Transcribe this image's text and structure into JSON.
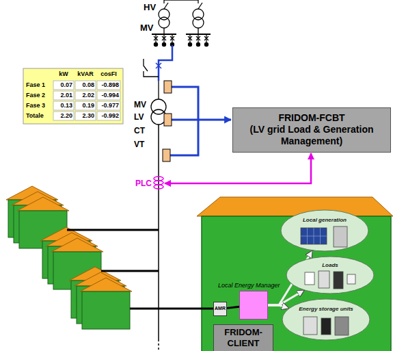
{
  "diagram": {
    "nodes": [
      {
        "text": [
          "FRIDOM-FCBT",
          "(LV grid Load & Generation Management)"
        ]
      },
      {
        "text": [
          "AMR"
        ]
      },
      {
        "text": [
          "Local Energy Manager"
        ]
      },
      {
        "text": [
          "Local generation"
        ]
      },
      {
        "text": [
          "Loads"
        ]
      },
      {
        "text": [
          "Energy storage units"
        ]
      },
      {
        "text": [
          "FRIDOM-CLIENT"
        ]
      }
    ],
    "edges": [
      {
        "from": 1,
        "to": 2,
        "arrow": "none"
      },
      {
        "from": 2,
        "to": 3,
        "arrow": "to"
      },
      {
        "from": 2,
        "to": 4,
        "arrow": "to"
      },
      {
        "from": 2,
        "to": 5,
        "arrow": "to"
      }
    ],
    "labels": [
      "HV",
      "MV",
      "MV",
      "LV",
      "CT",
      "VT",
      "PLC",
      "kW",
      "kVAR",
      "cosFI",
      "Fase 1",
      "0.07",
      "0.08",
      "-0.898",
      "Fase 2",
      "2.01",
      "2.02",
      "-0.994",
      "Fase 3",
      "0.13",
      "0.19",
      "-0.977",
      "Totale",
      "2.20",
      "2.30",
      "-0.992"
    ]
  }
}
